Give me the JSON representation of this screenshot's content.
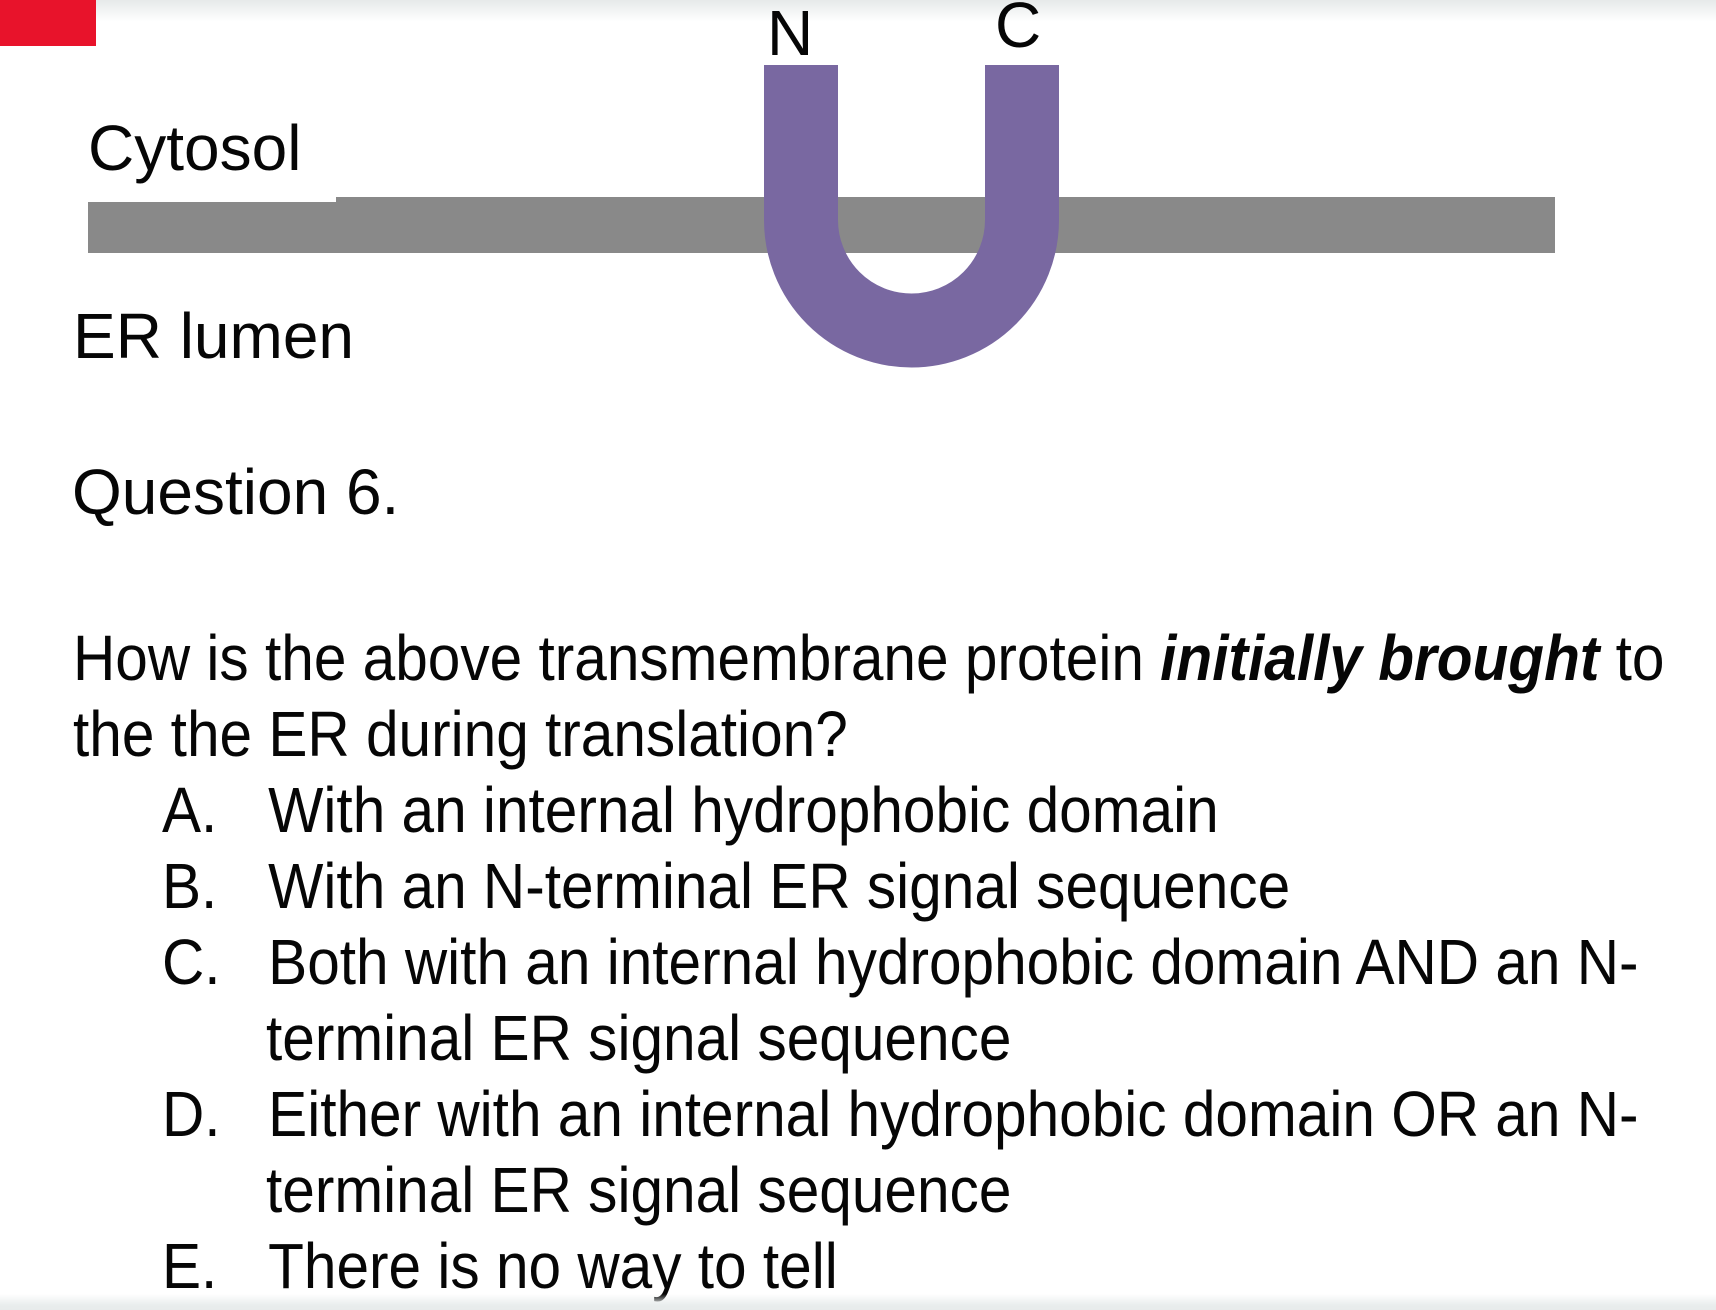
{
  "colors": {
    "membrane_gray": "#898989",
    "protein_purple": "#7968a1",
    "corner_red": "#e8132b",
    "text": "#060606",
    "background": "#ffffff"
  },
  "diagram": {
    "cytosol_label": "Cytosol",
    "er_lumen_label": "ER lumen",
    "n_terminus_label": "N",
    "c_terminus_label": "C"
  },
  "question": {
    "heading": "Question 6.",
    "stem_line1_pre": "How is the above transmembrane protein ",
    "stem_line1_emphasis": "initially brought",
    "stem_line1_post": " to",
    "stem_line2": "the the ER during translation?",
    "options": [
      {
        "label": "A.",
        "lines": [
          "With an internal hydrophobic domain"
        ]
      },
      {
        "label": "B.",
        "lines": [
          "With an N-terminal ER signal sequence"
        ]
      },
      {
        "label": "C.",
        "lines": [
          "Both with an internal hydrophobic domain AND an N-",
          "terminal ER signal sequence"
        ]
      },
      {
        "label": "D.",
        "lines": [
          "Either with an internal hydrophobic domain OR an N-",
          "terminal ER signal sequence"
        ]
      },
      {
        "label": "E.",
        "lines": [
          "There is no way to tell"
        ]
      }
    ]
  }
}
